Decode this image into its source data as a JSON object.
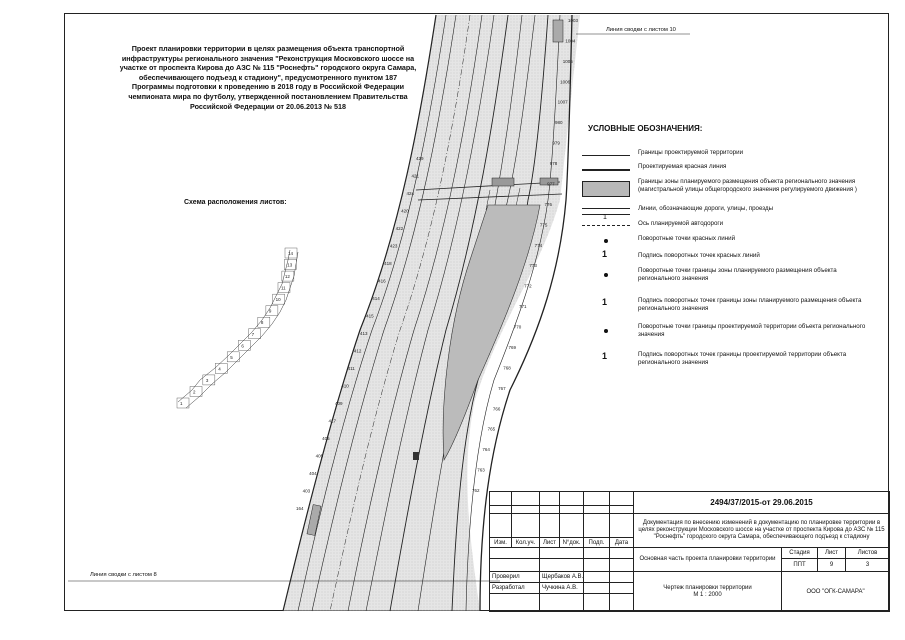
{
  "project_title": "Проект планировки территории в целях размещения объекта транспортной инфраструктуры регионального значения \"Реконструкция Московского шоссе на участке от проспекта Кирова до АЗС № 115 \"Роснефть\" городского округа Самара, обеспечивающего подъезд к стадиону\", предусмотренного пунктом 187 Программы подготовки к проведению в 2018 году в Российской Федерации чемпионата мира по футболу, утвержденной постановлением Правительства Российской Федерации от 20.06.2013 № 518",
  "scheme": {
    "label": "Схема расположения листов:",
    "sheets": [
      "1",
      "2",
      "3",
      "4",
      "5",
      "6",
      "7",
      "8",
      "9",
      "10",
      "11",
      "12",
      "13",
      "14"
    ]
  },
  "link_lines": {
    "top": "Линия сводки с листом 10",
    "bottom": "Линия сводки с листом 8"
  },
  "legend": {
    "title": "УСЛОВНЫЕ ОБОЗНАЧЕНИЯ:",
    "items": [
      {
        "symbol": "line-thin",
        "text": "Границы проектируемой территории"
      },
      {
        "symbol": "line-red",
        "text": "Проектируемая красная линия"
      },
      {
        "symbol": "hatched-box",
        "text": "Границы зоны планируемого размещения объекта регионального значения (магистральной улицы общегородского значения регулируемого движения )"
      },
      {
        "symbol": "double-line",
        "text": "Линии, обозначающие дороги, улицы, проезды"
      },
      {
        "symbol": "axis-1",
        "label": "1",
        "text": "Ось планируемой автодороги"
      },
      {
        "symbol": "dot",
        "text": "Поворотные точки красных линий"
      },
      {
        "symbol": "digit",
        "label": "1",
        "text": "Подпись поворотных точек красных линий"
      },
      {
        "symbol": "dot",
        "text": "Поворотные точки границы зоны планируемого размещения объекта регионального значения"
      },
      {
        "symbol": "digit",
        "label": "1",
        "text": "Подпись поворотных точек границы зоны планируемого размещения объекта регионального значения"
      },
      {
        "symbol": "dot",
        "text": "Поворотные точки границы проектируемой территории объекта регионального значения"
      },
      {
        "symbol": "digit",
        "label": "1",
        "text": "Подпись поворотных точек границы проектируемой территории объекта регионального значения"
      }
    ]
  },
  "map_labels": {
    "left_points": [
      "429",
      "421",
      "424",
      "420",
      "422",
      "423",
      "418",
      "416",
      "414",
      "415",
      "413",
      "412",
      "411",
      "410",
      "409",
      "417",
      "406",
      "405",
      "404",
      "403",
      "164"
    ],
    "right_points": [
      "1003",
      "1004",
      "1005",
      "1006",
      "1007",
      "980",
      "979",
      "978",
      "977",
      "776",
      "775",
      "774",
      "773",
      "772",
      "771",
      "770",
      "769",
      "768",
      "767",
      "766",
      "765",
      "764",
      "763",
      "762"
    ]
  },
  "stamp": {
    "doc_number": "2494/37/2015-от 29.06.2015",
    "doc_desc": "Документация по внесению изменений в документацию по планировке территории в целях реконструкции Московского шоссе на участке от проспекта Кирова до АЗС № 115 \"Роснефть\" городского округа Самара, обеспечивающего подъезд к стадиону",
    "headers": [
      "Изм.",
      "Кол.уч.",
      "Лист",
      "N°док.",
      "Подп.",
      "Дата"
    ],
    "section": "Основная часть проекта планировки территории",
    "col_stage": "Стадия",
    "col_sheet": "Лист",
    "col_sheets": "Листов",
    "stage": "ППТ",
    "sheet": "9",
    "sheets": "3",
    "role1": "Проверил",
    "person1": "Щербаков А.В.",
    "role2": "Разработал",
    "person2": "Чучкина А.В.",
    "drawing": "Чертеж планировки территории",
    "scale": "М 1 : 2000",
    "company": "ООО \"ОГК-САМАРА\""
  }
}
